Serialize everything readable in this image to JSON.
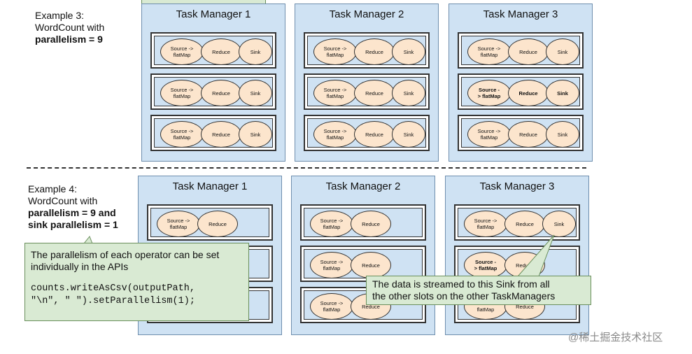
{
  "example3": {
    "line1": "Example 3:",
    "line2": "WordCount with",
    "line3": "parallelism = 9"
  },
  "example4": {
    "line1": "Example 4:",
    "line2": "WordCount with",
    "line3": "parallelism = 9 and",
    "line4": "sink parallelism = 1"
  },
  "task_managers": {
    "tm1": "Task Manager 1",
    "tm2": "Task Manager 2",
    "tm3": "Task Manager 3"
  },
  "operators": {
    "source_line1": "Source ->",
    "source_line2": "flatMap",
    "source_bold_line1": "Source -",
    "source_bold_line2": "> flatMap",
    "reduce": "Reduce",
    "sink": "Sink"
  },
  "callout_api": {
    "text_line1": "The parallelism of each operator can be set",
    "text_line2": "individually in the APIs",
    "code_line1": "counts.writeAsCsv(outputPath,",
    "code_line2": "\"\\n\", \" \").setParallelism(1);"
  },
  "callout_sink": {
    "line1": "The data is streamed to this Sink from all",
    "line2": "the other slots on the other TaskManagers"
  },
  "watermark": "@稀土掘金技术社区",
  "colors": {
    "task_manager_bg": "#cfe2f3",
    "operator_fill": "#fce5cd",
    "callout_fill": "#d9ead3"
  }
}
